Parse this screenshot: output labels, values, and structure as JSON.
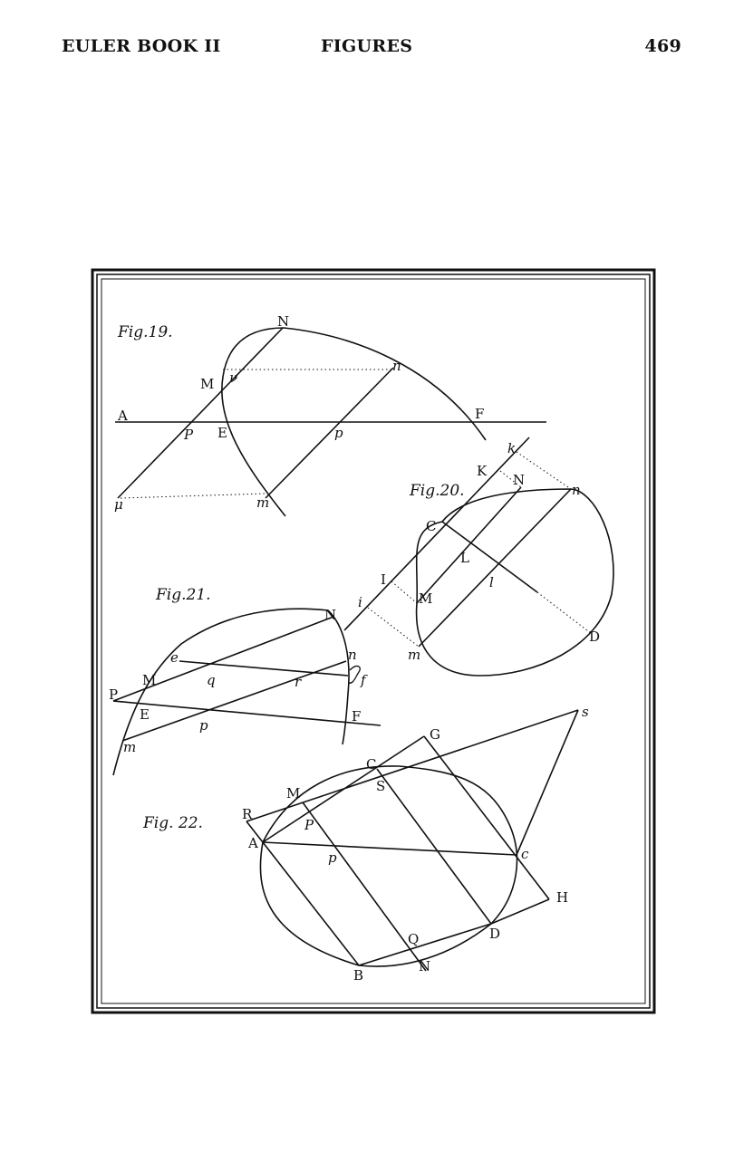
{
  "header": {
    "left": "EULER BOOK II",
    "center": "FIGURES",
    "page_number": "469"
  },
  "figures": [
    {
      "id": "fig19",
      "title": "Fig.19.",
      "labels": [
        "N",
        "M",
        "ν",
        "n",
        "A",
        "P",
        "E",
        "p",
        "F",
        "μ",
        "m"
      ]
    },
    {
      "id": "fig20",
      "title": "Fig.20.",
      "labels": [
        "k",
        "K",
        "N",
        "n",
        "C",
        "L",
        "l",
        "I",
        "i",
        "M",
        "m",
        "D"
      ]
    },
    {
      "id": "fig21",
      "title": "Fig.21.",
      "labels": [
        "N",
        "e",
        "n",
        "M",
        "q",
        "r",
        "f",
        "P",
        "E",
        "p",
        "F",
        "m"
      ]
    },
    {
      "id": "fig22",
      "title": "Fig. 22.",
      "labels": [
        "G",
        "s",
        "C",
        "S",
        "M",
        "R",
        "P",
        "A",
        "p",
        "c",
        "H",
        "D",
        "Q",
        "B",
        "N"
      ]
    }
  ]
}
